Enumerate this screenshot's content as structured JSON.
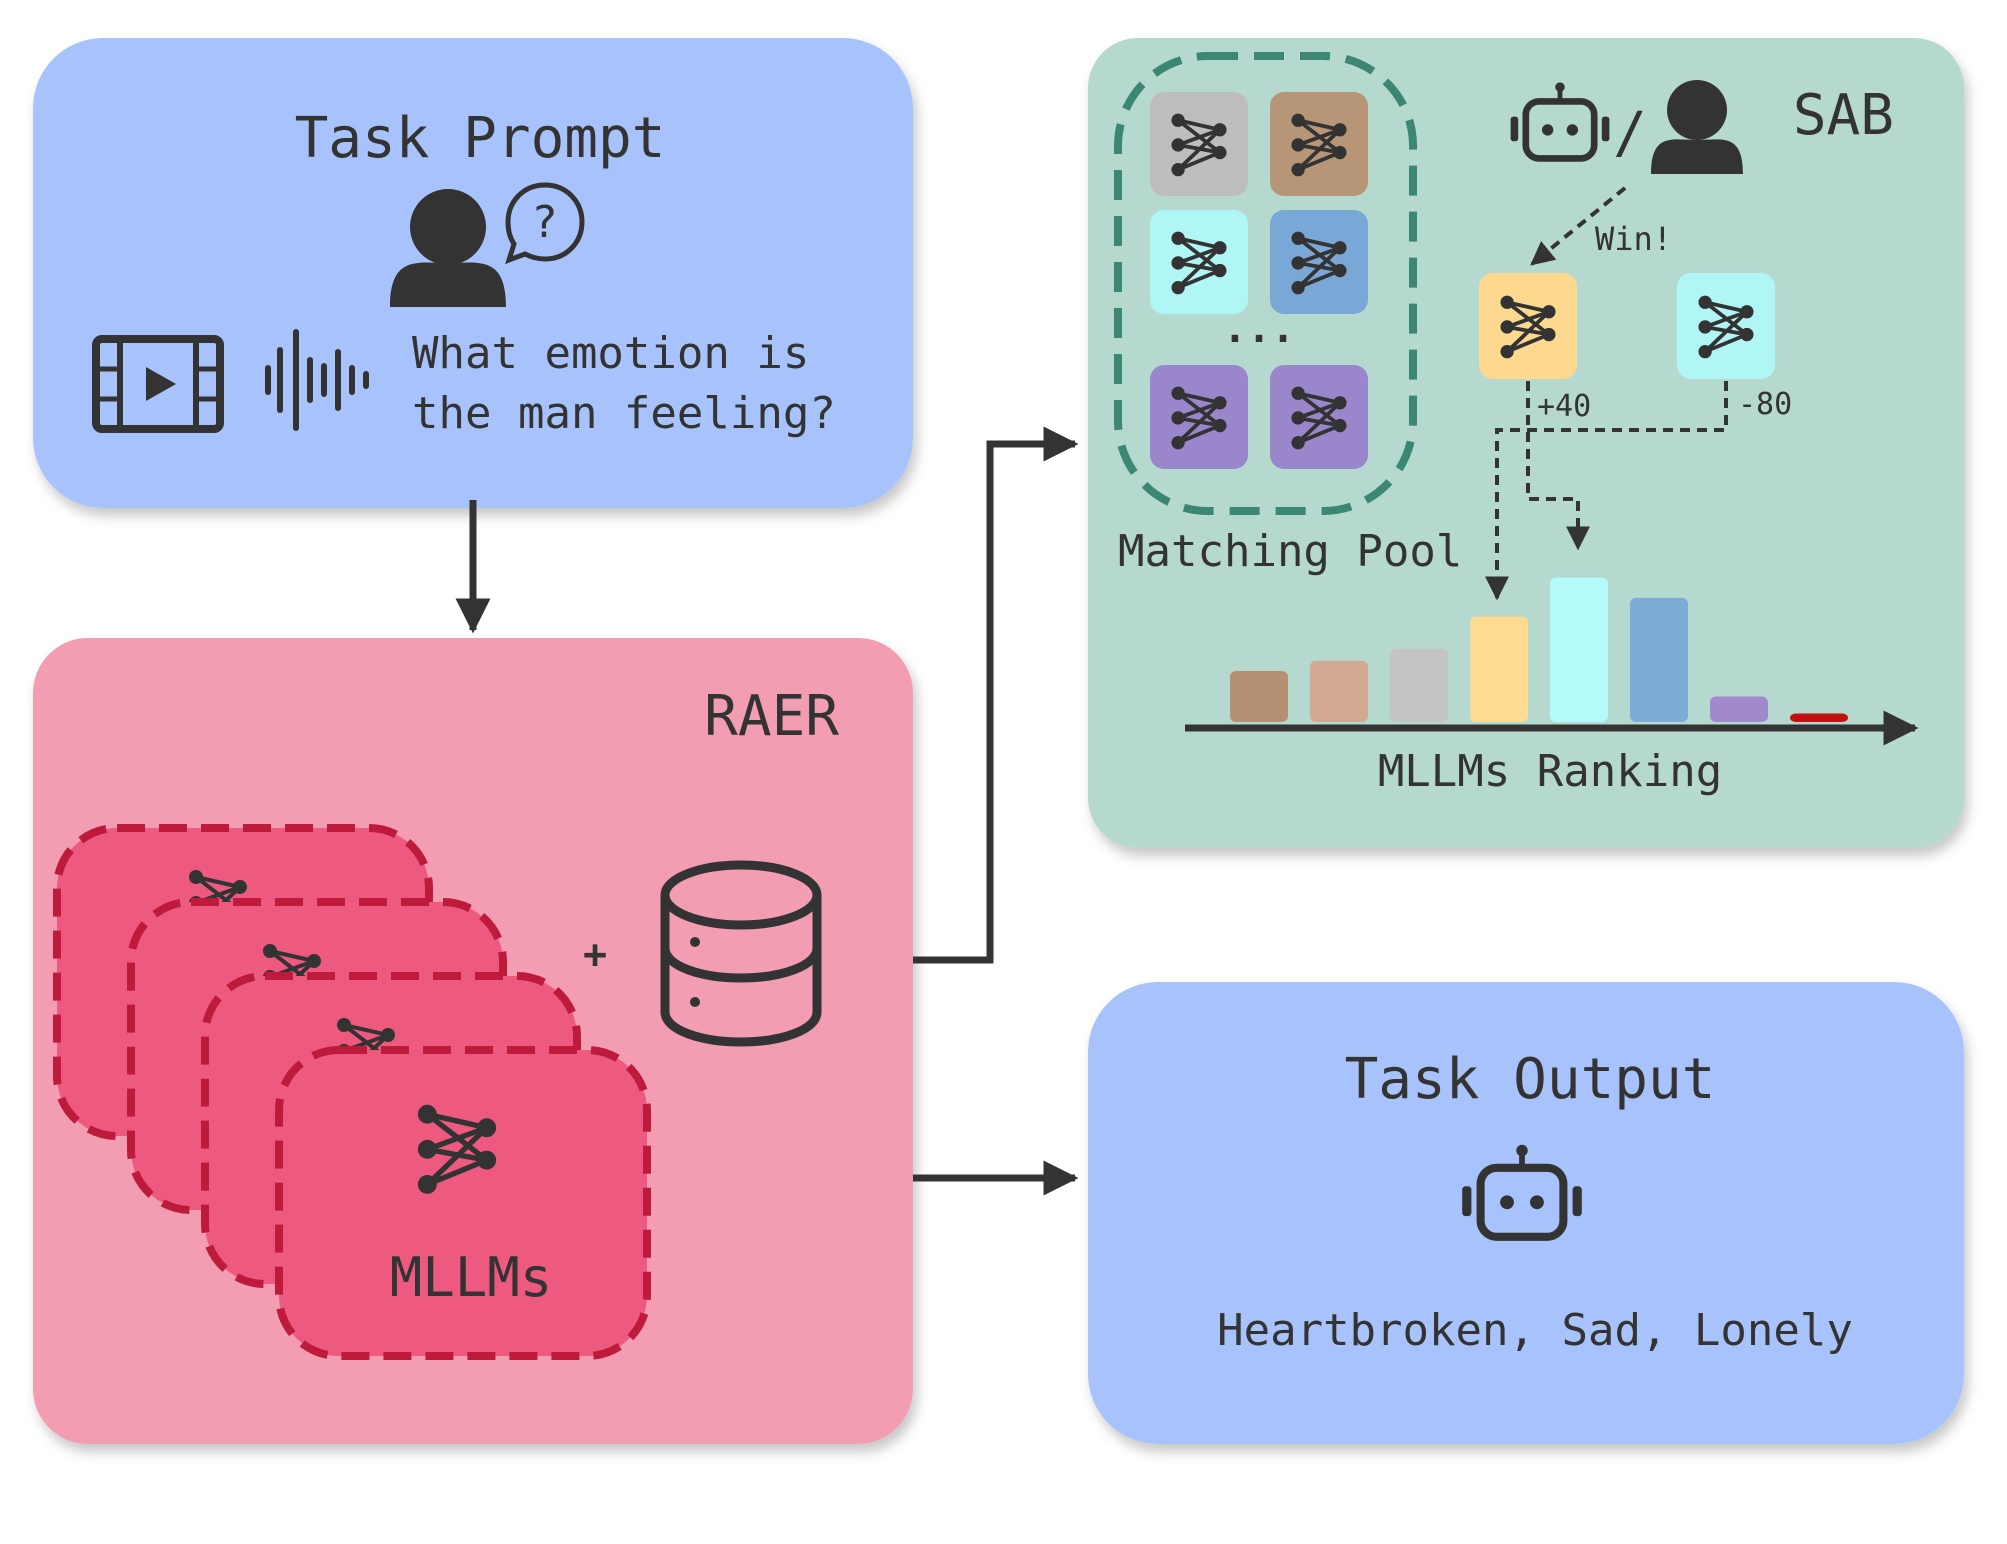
{
  "task_prompt": {
    "title": "Task Prompt",
    "question_line1": "What emotion is",
    "question_line2": "the man feeling?",
    "icons": [
      "user-icon",
      "question-bubble-icon",
      "video-icon",
      "audio-waveform-icon"
    ]
  },
  "raer": {
    "title": "RAER",
    "mllms_label": "MLLMs",
    "plus": "+",
    "icons": [
      "network-icon",
      "database-icon"
    ]
  },
  "sab": {
    "title": "SAB",
    "separator": "/",
    "pool_label": "Matching Pool",
    "ellipsis": "...",
    "win_label": "Win!",
    "winner_delta": "+40",
    "loser_delta": "-80",
    "ranking_label": "MLLMs Ranking",
    "ranking_bars": [
      0.3,
      0.36,
      0.43,
      0.62,
      0.85,
      0.73,
      0.15,
      0.05
    ],
    "icons": [
      "robot-icon",
      "user-icon",
      "network-icon"
    ]
  },
  "task_output": {
    "title": "Task Output",
    "answer": "Heartbroken, Sad, Lonely",
    "icons": [
      "robot-icon"
    ]
  },
  "colors": {
    "prompt_panel": "#a8c3fb",
    "raer_panel": "#f39db2",
    "mllm_card": "#ee5a7f",
    "mllm_border": "#bd1a3c",
    "sab_panel": "#b5d8cf",
    "pool_border": "#3c8771",
    "output_panel": "#a8c3fb",
    "ink": "#333333",
    "tile_gray": "#bdbdbd",
    "tile_brown": "#b79577",
    "tile_cyan": "#b0f6f5",
    "tile_blue": "#79a8d6",
    "tile_purple": "#9a87cb",
    "tile_yellow": "#fcd98f",
    "bar_brown": "#b59173",
    "bar_tan": "#d2aa91",
    "bar_gray": "#c4c4c4",
    "bar_yellow": "#fddc92",
    "bar_cyan": "#b5fafa",
    "bar_blue": "#7eacd8",
    "bar_purple": "#a089cc",
    "bar_red": "#c21010"
  }
}
